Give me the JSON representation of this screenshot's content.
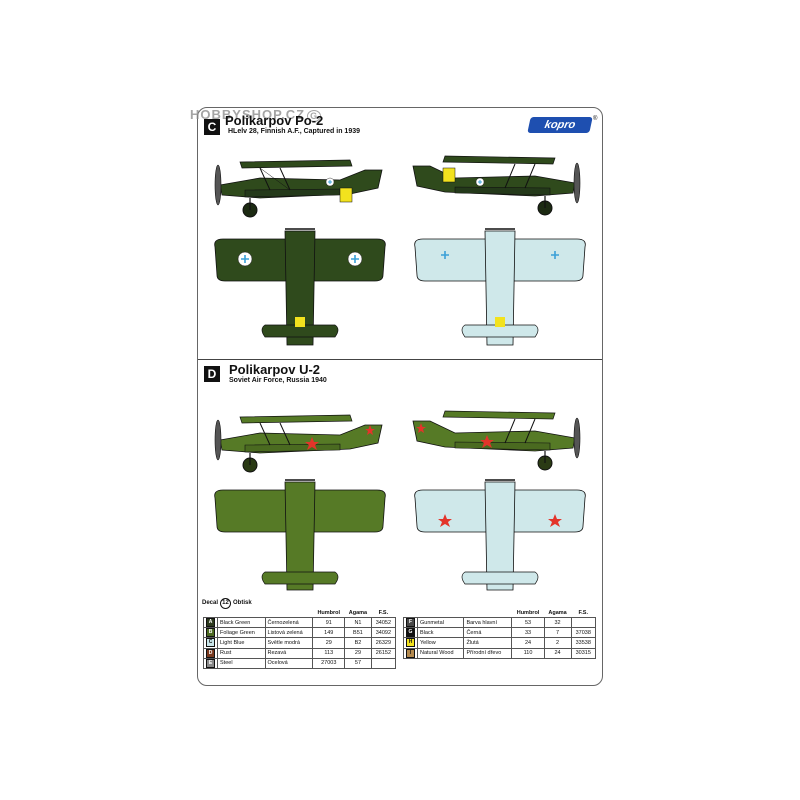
{
  "watermark": "HOBBYSHOP.CZ",
  "watermark_mark": "G",
  "brand": "kopro",
  "brand_mark": "®",
  "sections": [
    {
      "letter": "C",
      "title": "Polikarpov Po-2",
      "subtitle": "HLelv 28, Finnish A.F., Captured in 1939"
    },
    {
      "letter": "D",
      "title": "Polikarpov U-2",
      "subtitle": "Soviet Air Force, Russia 1940"
    }
  ],
  "legend_caption": {
    "decal": "Decal",
    "number": "12",
    "label": "Obtisk"
  },
  "legend_headers": {
    "humbrol": "Humbrol",
    "agama": "Agama",
    "fs": "F.S."
  },
  "legend_left": [
    {
      "code": "A",
      "color": "#2e3b1e",
      "name": "Black Green",
      "czech": "Černozelená",
      "humbrol": "91",
      "agama": "N1",
      "fs": "34052"
    },
    {
      "code": "B",
      "color": "#4d6a22",
      "name": "Foliage Green",
      "czech": "Listová zelená",
      "humbrol": "149",
      "agama": "B51",
      "fs": "34092"
    },
    {
      "code": "C",
      "color": "#c9e6ea",
      "name": "Light Blue",
      "czech": "Světle modrá",
      "humbrol": "29",
      "agama": "B2",
      "fs": "26329"
    },
    {
      "code": "D",
      "color": "#7a3a1f",
      "name": "Rust",
      "czech": "Rezavá",
      "humbrol": "113",
      "agama": "29",
      "fs": "26152"
    },
    {
      "code": "E",
      "color": "#8a8a8a",
      "name": "Steel",
      "czech": "Ocelová",
      "humbrol": "27003",
      "agama": "57",
      "fs": ""
    }
  ],
  "legend_right": [
    {
      "code": "F",
      "color": "#4a4a4a",
      "name": "Gunmetal",
      "czech": "Barva hlavní",
      "humbrol": "53",
      "agama": "32",
      "fs": ""
    },
    {
      "code": "G",
      "color": "#111111",
      "name": "Black",
      "czech": "Černá",
      "humbrol": "33",
      "agama": "7",
      "fs": "37038"
    },
    {
      "code": "H",
      "color": "#f2e21e",
      "name": "Yellow",
      "czech": "Žlutá",
      "humbrol": "24",
      "agama": "2",
      "fs": "33538"
    },
    {
      "code": "I",
      "color": "#b48a4f",
      "name": "Natural Wood",
      "czech": "Přírodní dřevo",
      "humbrol": "110",
      "agama": "24",
      "fs": "30315"
    }
  ],
  "colors": {
    "finnish_green": "#2f4a1c",
    "soviet_green": "#567a26",
    "underside": "#cfe8ea",
    "star_red": "#e3342a",
    "swastika_blue": "#3aa0d8",
    "yellow": "#f2e21e"
  }
}
